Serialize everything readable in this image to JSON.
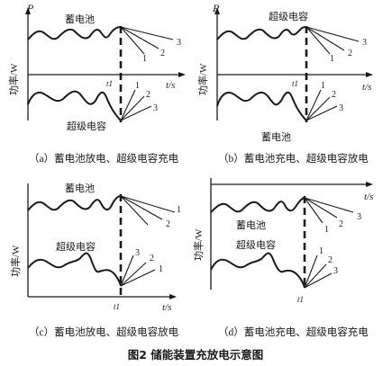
{
  "figure": {
    "caption": "图2   储能装置充放电示意图"
  },
  "panels": [
    {
      "id": "a",
      "p_label": "P",
      "y_label": "功率/W",
      "x_label": "t/s",
      "t1_label": "t1",
      "top_label": "蓄电池",
      "bottom_label": "超级电容",
      "top_lines": [
        "1",
        "2",
        "3"
      ],
      "bottom_lines": [
        "1",
        "2",
        "3"
      ],
      "caption": "（a）蓄电池放电、超级电容充电"
    },
    {
      "id": "b",
      "p_label": "P",
      "y_label": "功率/W",
      "x_label": "t/s",
      "t1_label": "t1",
      "top_label": "超级电容",
      "bottom_label": "蓄电池",
      "top_lines": [
        "1",
        "2",
        "3"
      ],
      "bottom_lines": [
        "1",
        "2",
        "3"
      ],
      "caption": "（b）蓄电池充电、超级电容放电"
    },
    {
      "id": "c",
      "y_label": "功率/W",
      "x_label": "t/s",
      "t1_label": "t1",
      "top_label": "蓄电池",
      "bottom_label": "超级电容",
      "top_lines": [
        "1",
        "2"
      ],
      "bottom_lines": [
        "3",
        "2",
        "1"
      ],
      "caption": "（c）蓄电池放电、超级电容放电"
    },
    {
      "id": "d",
      "y_label": "功率/W",
      "x_label": "t/s",
      "t1_label": "t1",
      "top_label": "蓄电池",
      "bottom_label": "超级电容",
      "top_lines": [
        "1",
        "2",
        "3"
      ],
      "bottom_lines": [
        "1",
        "2",
        "3"
      ],
      "caption": "（d）蓄电池充电、超级电容充电"
    }
  ]
}
